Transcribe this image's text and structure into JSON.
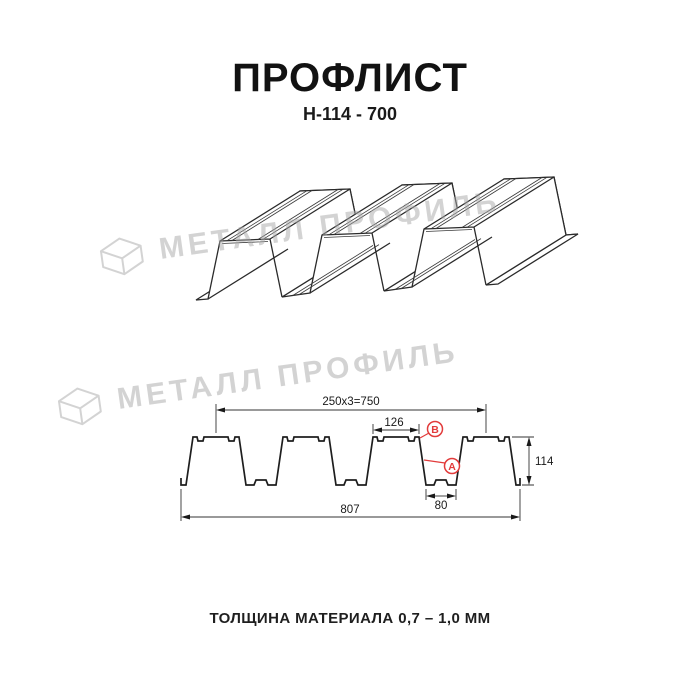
{
  "header": {
    "title": "ПРОФЛИСТ",
    "subtitle": "Н-114 - 700"
  },
  "footer": {
    "text": "ТОЛЩИНА МАТЕРИАЛА 0,7 – 1,0 ММ"
  },
  "watermark": {
    "text": "МЕТАЛЛ ПРОФИЛЬ",
    "color": "#a9a9a9"
  },
  "diagram": {
    "product": "profiled sheeting H-114 cross-section and 3d view",
    "dimensions": {
      "module_width": "250x3=750",
      "crest_width": "126",
      "valley_width": "80",
      "overall_width": "807",
      "profile_height": "114"
    },
    "labels": {
      "point_a": "А",
      "point_b": "В"
    },
    "accent_color": "#e23b3b"
  }
}
